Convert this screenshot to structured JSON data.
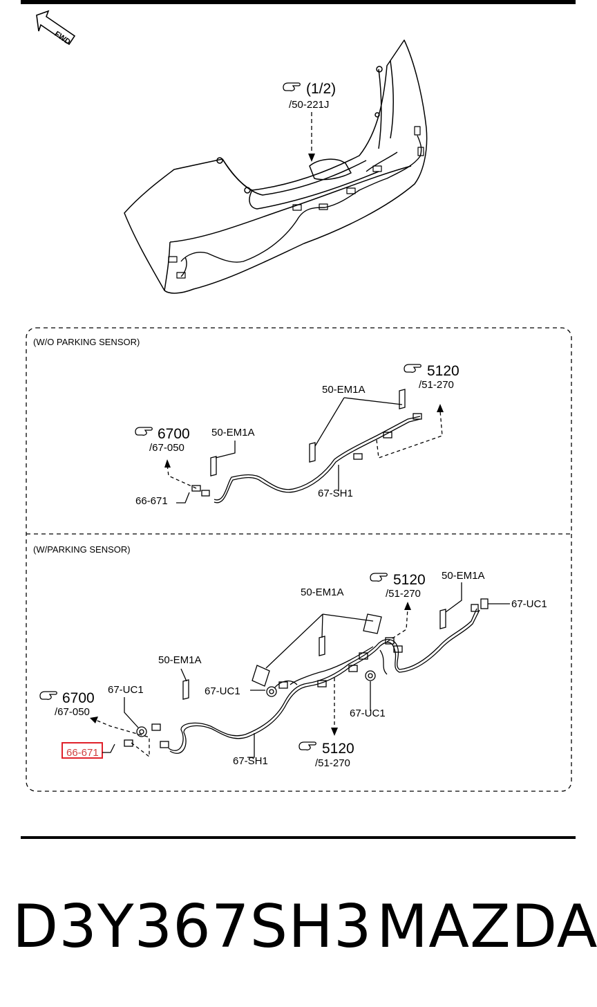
{
  "orientation": {
    "icon": "fwd-arrow-icon",
    "text": "FWD"
  },
  "top_view": {
    "ref_mark": "(1/2)",
    "ref_page": "/50-221J"
  },
  "section_without": {
    "title": "(W/O PARKING SENSOR)",
    "ref_5120": {
      "num": "5120",
      "page": "/51-270"
    },
    "ref_6700": {
      "num": "6700",
      "page": "/67-050"
    },
    "label_em1a_a": "50-EM1A",
    "label_em1a_b": "50-EM1A",
    "label_sh1": "67-SH1",
    "label_671": "66-671"
  },
  "section_with": {
    "title": "(W/PARKING SENSOR)",
    "ref_5120_top": {
      "num": "5120",
      "page": "/51-270"
    },
    "ref_5120_bottom": {
      "num": "5120",
      "page": "/51-270"
    },
    "ref_6700": {
      "num": "6700",
      "page": "/67-050"
    },
    "label_em1a_left": "50-EM1A",
    "label_em1a_mid": "50-EM1A",
    "label_em1a_right": "50-EM1A",
    "label_uc1_right": "67-UC1",
    "label_uc1_mid": "67-UC1",
    "label_uc1_lower": "67-UC1",
    "label_uc1_left": "67-UC1",
    "label_sh1": "67-SH1",
    "label_671_highlight": "66-671"
  },
  "footer": {
    "part_number": "D3Y367SH3",
    "brand": "MAZDA"
  },
  "colors": {
    "highlight": "#e0202a",
    "line": "#000000"
  }
}
